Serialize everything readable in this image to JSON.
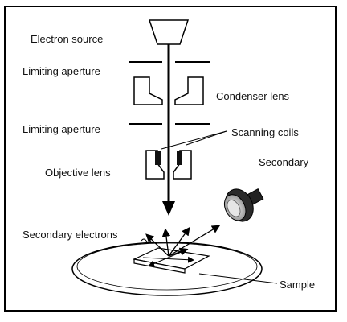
{
  "labels": {
    "electron_source": "Electron source",
    "limiting_aperture_top": "Limiting aperture",
    "condenser_lens": "Condenser lens",
    "limiting_aperture_bottom": "Limiting aperture",
    "scanning_coils": "Scanning coils",
    "objective_lens": "Objective lens",
    "secondary": "Secondary",
    "secondary_electrons": "Secondary electrons",
    "sample": "Sample"
  },
  "colors": {
    "line": "#000000",
    "lens_fill": "#ffffff",
    "coil_fill": "#111111",
    "stage_fill": "#ffffff",
    "detector_body": "#2a2a2a",
    "detector_face": "#d8d8d8"
  },
  "icons": {
    "detector": "secondary-electron-detector-icon"
  }
}
